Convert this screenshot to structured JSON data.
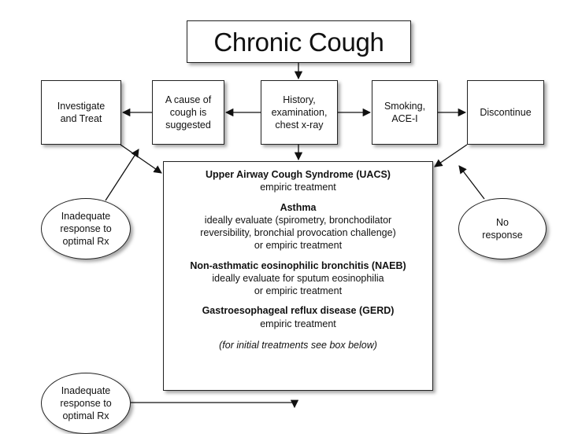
{
  "title": "Chronic Cough",
  "boxes": {
    "investigate": "Investigate\nand Treat",
    "cause": "A cause of\ncough is\nsuggested",
    "history": "History,\nexamination,\nchest x-ray",
    "smoking": "Smoking,\nACE-I",
    "discontinue": "Discontinue"
  },
  "main": {
    "uacs_heading": "Upper Airway Cough Syndrome (UACS)",
    "uacs_body": "empiric treatment",
    "asthma_heading": "Asthma",
    "asthma_body": "ideally evaluate (spirometry, bronchodilator\nreversibility, bronchial provocation challenge)\nor empiric treatment",
    "naeb_heading": "Non-asthmatic eosinophilic bronchitis (NAEB)",
    "naeb_body": "ideally evaluate for sputum eosinophilia\nor empiric treatment",
    "gerd_heading": "Gastroesophageal reflux disease (GERD)",
    "gerd_body": "empiric treatment",
    "note": "(for initial treatments see box below)"
  },
  "ovals": {
    "inadequate_1": "Inadequate\nresponse to\noptimal Rx",
    "no_response": "No\nresponse",
    "inadequate_2": "Inadequate\nresponse to\noptimal Rx"
  }
}
